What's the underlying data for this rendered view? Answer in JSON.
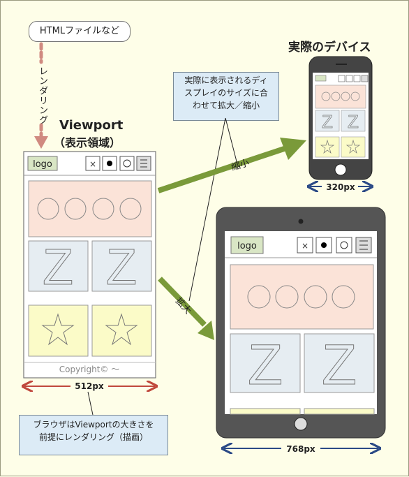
{
  "html_file_label": "HTMLファイルなど",
  "rendering_label": "レンダリング",
  "viewport_title": "Viewport",
  "viewport_subtitle": "（表示領域）",
  "device_title": "実際のデバイス",
  "note_top": [
    "実際に表示されるディ",
    "スプレイのサイズに合",
    "わせて拡大／縮小"
  ],
  "note_bottom": [
    "ブラウザはViewportの大きさを",
    "前提にレンダリング（描画）"
  ],
  "shrink_label": "縮小",
  "enlarge_label": "拡大",
  "logo": "logo",
  "nav_buttons": [
    "×",
    "●",
    "〇",
    "☰"
  ],
  "footer": "Copyright© 〜",
  "z_letter": "Z",
  "widths": {
    "viewport": "512px",
    "phone": "320px",
    "tablet": "768px"
  },
  "colors": {
    "hero": "#fbe3d8",
    "grid": "#e6edf2",
    "star": "#fbfbc8",
    "logo": "#d9e6c5",
    "arrow_green": "#7a9a3a",
    "arrow_pink": "#d08a80",
    "red_dim": "#c0483c",
    "blue_dim": "#2b4a86"
  }
}
